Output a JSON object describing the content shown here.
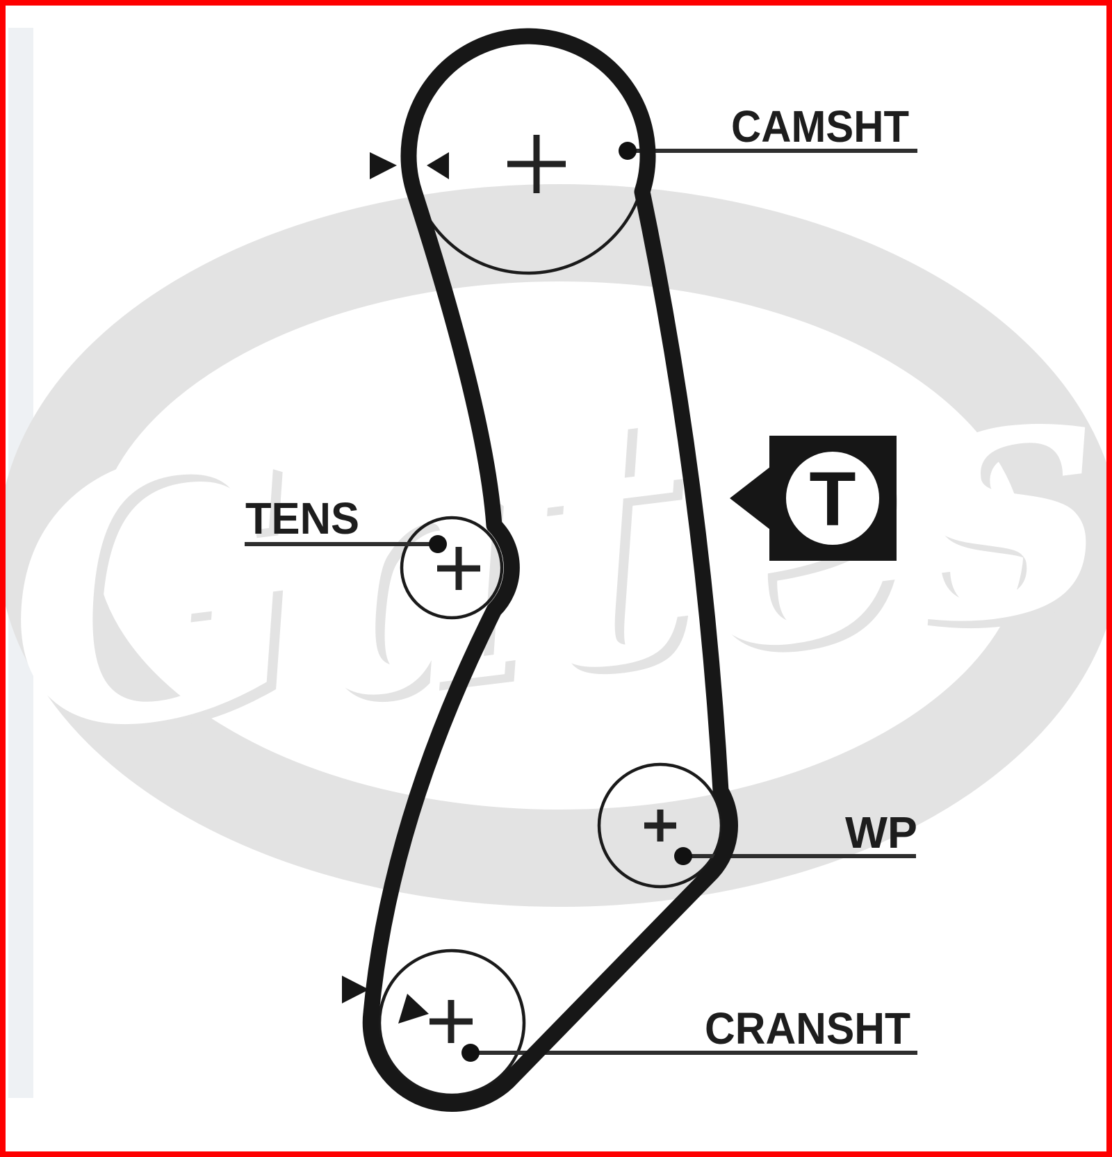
{
  "window": {
    "border_color": "#fe0000",
    "background_color": "#ffffff",
    "left_strip_color": "#eef1f4"
  },
  "watermark": {
    "brand_text": "Gates",
    "color": "#e3e3e3"
  },
  "diagram": {
    "type": "timing-belt-routing",
    "ink_color": "#171717",
    "label_color": "#1d1d1d",
    "labels": {
      "camshaft": "CAMSHT",
      "tensioner": "TENS",
      "water_pump": "WP",
      "crankshaft": "CRANSHT",
      "timing_mark_letter": "T"
    }
  }
}
